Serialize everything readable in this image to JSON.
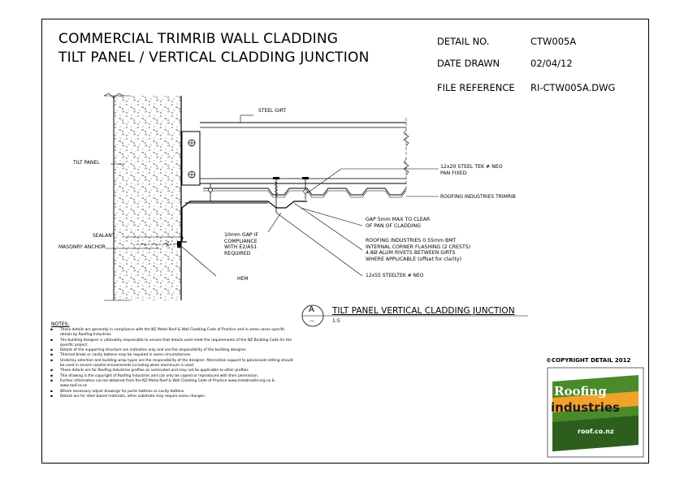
{
  "title": {
    "line1": "COMMERCIAL TRIMRIB WALL CLADDING",
    "line2": "TILT PANEL / VERTICAL CLADDING JUNCTION"
  },
  "meta": {
    "detail_no_label": "DETAIL NO.",
    "detail_no_value": "CTW005A",
    "date_label": "DATE DRAWN",
    "date_value": "02/04/12",
    "file_label": "FILE REFERENCE",
    "file_value": "RI-CTW005A.DWG"
  },
  "labels": {
    "steel_girt": "STEEL GIRT",
    "tilt_panel": "TILT PANEL",
    "sealant": "SEALANT",
    "masonry_anchor": "MASONRY ANCHOR",
    "hem": "HEM",
    "gap_note": [
      "10mm GAP IF",
      "COMPLIANCE",
      "WITH E2/AS1",
      "REQUIRED"
    ],
    "steeltek_fan": [
      "12x20 STEEL TEK # NEO",
      "PAN FIXED"
    ],
    "trimrib": "ROOFING INDUSTRIES TRIMRIB",
    "gap_clear": [
      "GAP 5mm MAX TO CLEAR",
      "OF PAN OF CLADDING"
    ],
    "flashing": [
      "ROOFING INDUSTRIES 0.55mm BMT",
      "INTERNAL CORNER FLASHING (2 CRESTS)",
      "4.8Ø ALUM RIVETS BETWEEN GIRTS",
      "WHERE APPLICABLE (offset for clarity)"
    ],
    "steeltek_neo": "12x55 STEELTEK # NEO"
  },
  "detail": {
    "letter": "A",
    "title": "TILT PANEL VERTICAL CLADDING JUNCTION",
    "scale": "1:5"
  },
  "notes": {
    "heading": "NOTES:",
    "items": [
      "These details are generally in compliance with the NZ Metal Roof & Wall Cladding Code of Practice and in some cases specific details by Roofing Industries.",
      "The building designer is ultimately responsible to ensure that details used meet the requirements of the NZ Building Code for the specific project.",
      "Details of the supporting structure are indicative only and are the responsibility of the building designer.",
      "Thermal break or cavity battens may be required in some circumstances.",
      "Underlay selection and building wrap types are the responsibility of the designer. Alternative support to galvanised netting should be used in severe coastal environments including when aluminium is used.",
      "These details are for Roofing Industries profiles as nominated and may not be applicable to other profiles.",
      "This drawing is the copyright of Roofing Industries and can only be copied or reproduced with their permission.",
      "Further information can be obtained from the NZ Metal Roof & Wall Cladding Code of Practice www.metalroofer.org.nz & www.roof.co.nz",
      "Where necessary adjust drawings for purlin battens or cavity battens.",
      "Details are for steel based materials, other substrate may require some changes."
    ]
  },
  "copyright": "©COPYRIGHT DETAIL 2012",
  "logo": {
    "roofing": "Roofing",
    "industries": "industries",
    "url": "roof.co.nz",
    "colors": {
      "green": "#4a8a2a",
      "orange": "#f2a12a",
      "dark": "#2d5e1e"
    }
  }
}
